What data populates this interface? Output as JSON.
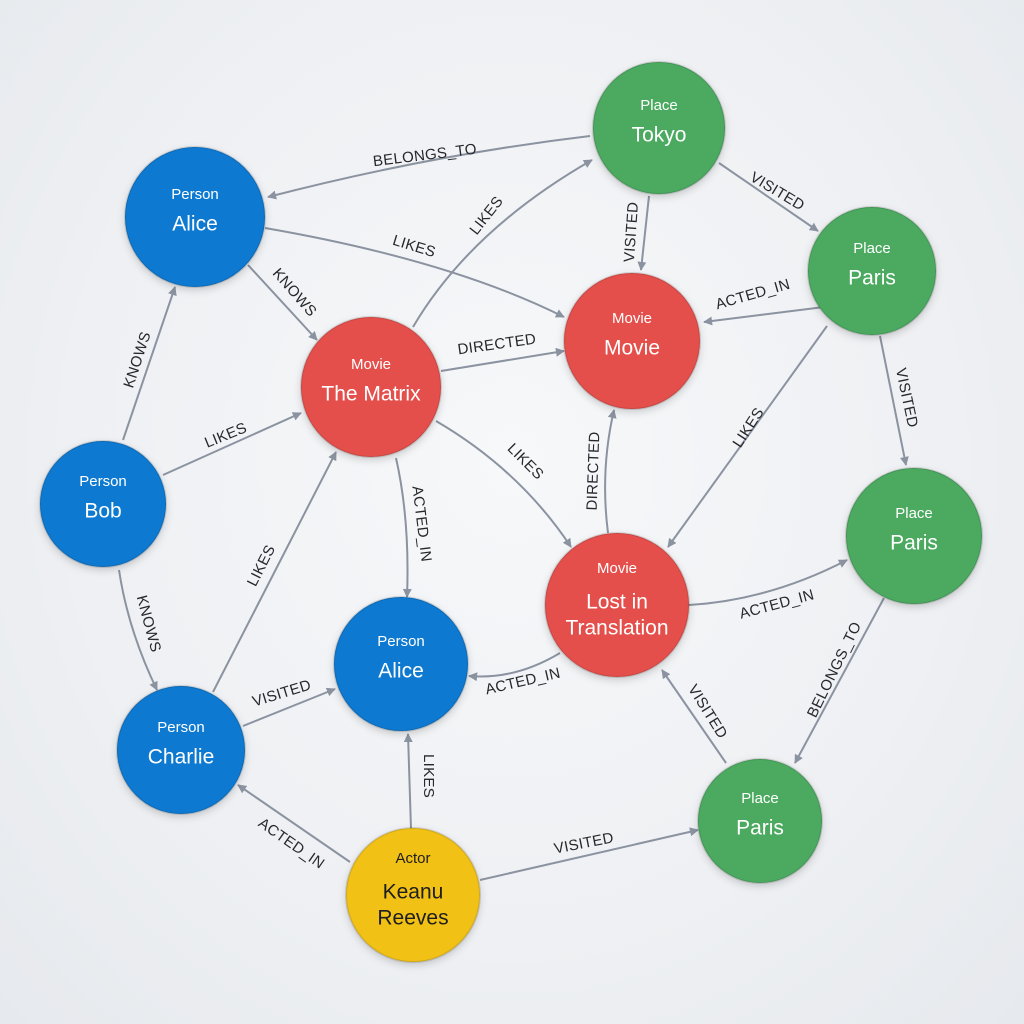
{
  "colors": {
    "person": "#0b79d0",
    "movie": "#e4504c",
    "place": "#4caa60",
    "actor": "#f1c118",
    "edge": "#8b93a1"
  },
  "nodes": [
    {
      "id": "tokyo",
      "type": "Place",
      "name": [
        "Tokyo"
      ],
      "kind": "place"
    },
    {
      "id": "alice1",
      "type": "Person",
      "name": [
        "Alice"
      ],
      "kind": "person"
    },
    {
      "id": "paris1",
      "type": "Place",
      "name": [
        "Paris"
      ],
      "kind": "place"
    },
    {
      "id": "movie",
      "type": "Movie",
      "name": [
        "Movie"
      ],
      "kind": "movie"
    },
    {
      "id": "matrix",
      "type": "Movie",
      "name": [
        "The Matrix"
      ],
      "kind": "movie"
    },
    {
      "id": "bob",
      "type": "Person",
      "name": [
        "Bob"
      ],
      "kind": "person"
    },
    {
      "id": "paris2",
      "type": "Place",
      "name": [
        "Paris"
      ],
      "kind": "place"
    },
    {
      "id": "lost",
      "type": "Movie",
      "name": [
        "Lost in",
        "Translation"
      ],
      "kind": "movie"
    },
    {
      "id": "alice2",
      "type": "Person",
      "name": [
        "Alice"
      ],
      "kind": "person"
    },
    {
      "id": "charlie",
      "type": "Person",
      "name": [
        "Charlie"
      ],
      "kind": "person"
    },
    {
      "id": "paris3",
      "type": "Place",
      "name": [
        "Paris"
      ],
      "kind": "place"
    },
    {
      "id": "keanu",
      "type": "Actor",
      "name": [
        "Keanu",
        "Reeves"
      ],
      "kind": "actor"
    }
  ],
  "edges": [
    {
      "id": "e1",
      "label": "BELONGS_TO"
    },
    {
      "id": "e2",
      "label": "VISITED"
    },
    {
      "id": "e3",
      "label": "VISITED"
    },
    {
      "id": "e4",
      "label": "LIKES"
    },
    {
      "id": "e5",
      "label": "KNOWS"
    },
    {
      "id": "e6",
      "label": "LIKES"
    },
    {
      "id": "e7",
      "label": "ACTED_IN"
    },
    {
      "id": "e8",
      "label": "DIRECTED"
    },
    {
      "id": "e9",
      "label": "KNOWS"
    },
    {
      "id": "e10",
      "label": "VISITED"
    },
    {
      "id": "e11",
      "label": "LIKES"
    },
    {
      "id": "e12",
      "label": "LIKES"
    },
    {
      "id": "e13",
      "label": "ACTED_IN"
    },
    {
      "id": "e14",
      "label": "LIKES"
    },
    {
      "id": "e15",
      "label": "DIRECTED"
    },
    {
      "id": "e16",
      "label": "KNOWS"
    },
    {
      "id": "e17",
      "label": "ACTED_IN"
    },
    {
      "id": "e18",
      "label": "LIKES"
    },
    {
      "id": "e19",
      "label": "ACTED_IN"
    },
    {
      "id": "e20",
      "label": "BELONGS_TO"
    },
    {
      "id": "e21",
      "label": "VISITED"
    },
    {
      "id": "e22",
      "label": "VISITED"
    },
    {
      "id": "e23",
      "label": "LIKES"
    },
    {
      "id": "e24",
      "label": "ACTED_IN"
    },
    {
      "id": "e25",
      "label": "VISITED"
    }
  ]
}
